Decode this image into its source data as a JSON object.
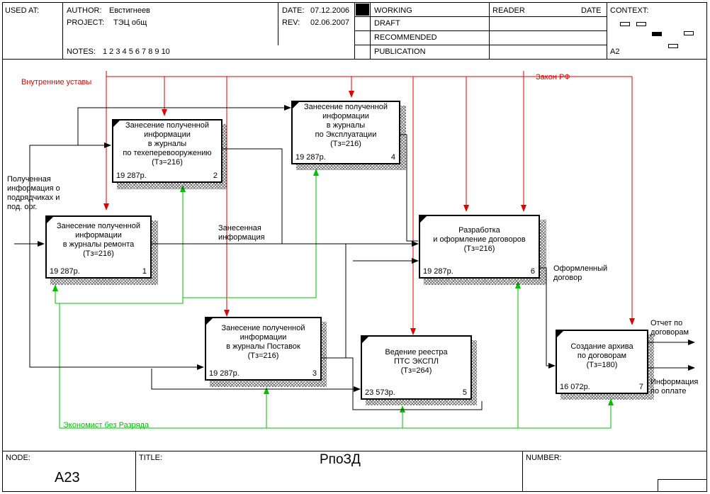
{
  "header": {
    "used_at_label": "USED AT:",
    "author_label": "AUTHOR:",
    "author_value": "Евстигнеев",
    "project_label": "PROJECT:",
    "project_value": "ТЭЦ общ",
    "notes_label": "NOTES:",
    "notes_value": "1  2  3  4  5  6  7  8  9  10",
    "date_label": "DATE:",
    "date_value": "07.12.2006",
    "rev_label": "REV:",
    "rev_value": "02.06.2007",
    "status_working": "WORKING",
    "status_draft": "DRAFT",
    "status_recommended": "RECOMMENDED",
    "status_publication": "PUBLICATION",
    "reader_label": "READER",
    "reader_date_label": "DATE",
    "context_label": "CONTEXT:",
    "context_node": "A2"
  },
  "diagram": {
    "boxes": [
      {
        "id": "box1",
        "title": "Занесение полученной\nинформации\nв журналы ремонта\n(Тз=216)",
        "cost": "19 287р.",
        "num": "1"
      },
      {
        "id": "box2",
        "title": "Занесение полученной\nинформации\nв журналы\nпо техеперевооружению\n(Тз=216)",
        "cost": "19 287р.",
        "num": "2"
      },
      {
        "id": "box3",
        "title": "Занесение  полученной\nинформации\nв журналы Поставок\n(Тз=216)",
        "cost": "19 287р.",
        "num": "3"
      },
      {
        "id": "box4",
        "title": "Занесение полученной\nинформации\nв журналы\nпо Эксплуатации\n(Тз=216)",
        "cost": "19 287р.",
        "num": "4"
      },
      {
        "id": "box5",
        "title": "Ведение реестра\nПТС ЭКСПЛ\n(Тз=264)",
        "cost": "23 573р.",
        "num": "5"
      },
      {
        "id": "box6",
        "title": "Разработка\nи оформление договоров\n(Тз=216)",
        "cost": "19 287р.",
        "num": "6"
      },
      {
        "id": "box7",
        "title": "Создание архива\nпо договорам\n(Тз=180)",
        "cost": "16 072р.",
        "num": "7"
      }
    ],
    "labels": {
      "internal_rules": "Внутренние уставы",
      "law_rf": "Закон РФ",
      "input_info": "Полученная\nинформация о\nподрядчиках и\nпод. орг.",
      "entered_info": "Занесенная\nинформация",
      "formed_contract": "Оформленный\nдоговор",
      "report_contracts": "Отчет по\nдоговорам",
      "payment_info": "Информация\nпо оплате",
      "economist": "Экономист без Разряда"
    },
    "colors": {
      "control": "#e00000",
      "mechanism": "#00c000",
      "flow": "#000000"
    }
  },
  "footer": {
    "node_label": "NODE:",
    "node_value": "A23",
    "title_label": "TITLE:",
    "title_value": "РпоЗД",
    "number_label": "NUMBER:"
  }
}
